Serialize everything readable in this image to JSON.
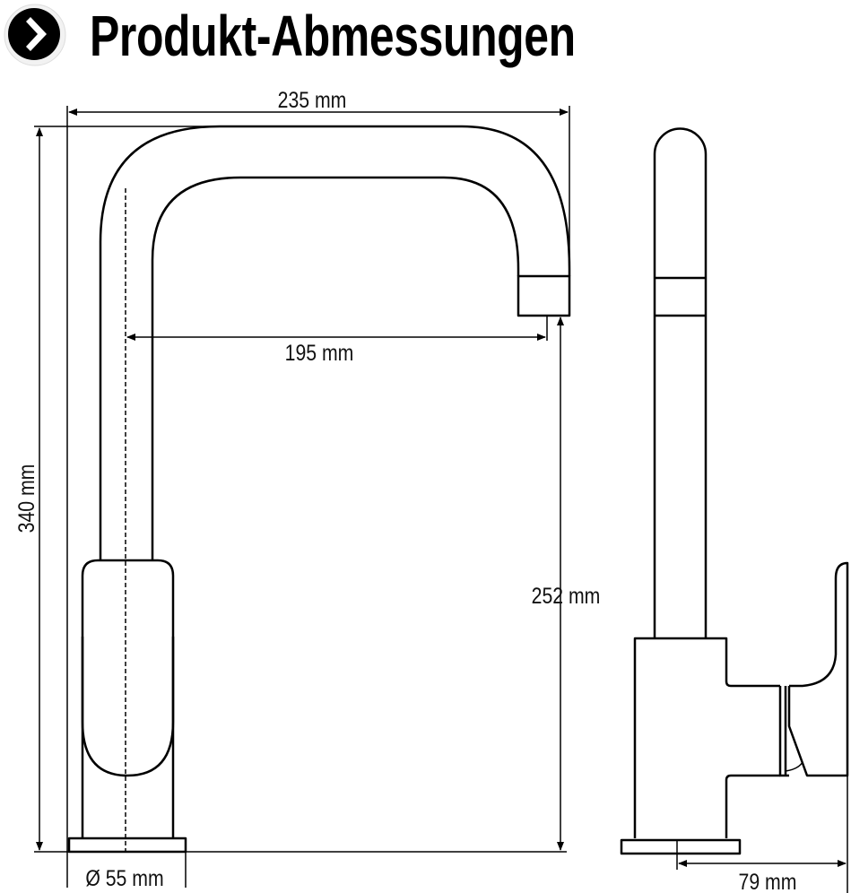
{
  "header": {
    "title": "Produkt-Abmessungen",
    "icon": "chevron-right-circle-icon"
  },
  "dimensions": {
    "total_width": "235 mm",
    "spout_reach": "195 mm",
    "total_height": "340 mm",
    "spout_height": "252 mm",
    "base_diameter": "Ø 55 mm",
    "side_depth": "79 mm"
  },
  "colors": {
    "line": "#000000",
    "background": "#ffffff"
  }
}
